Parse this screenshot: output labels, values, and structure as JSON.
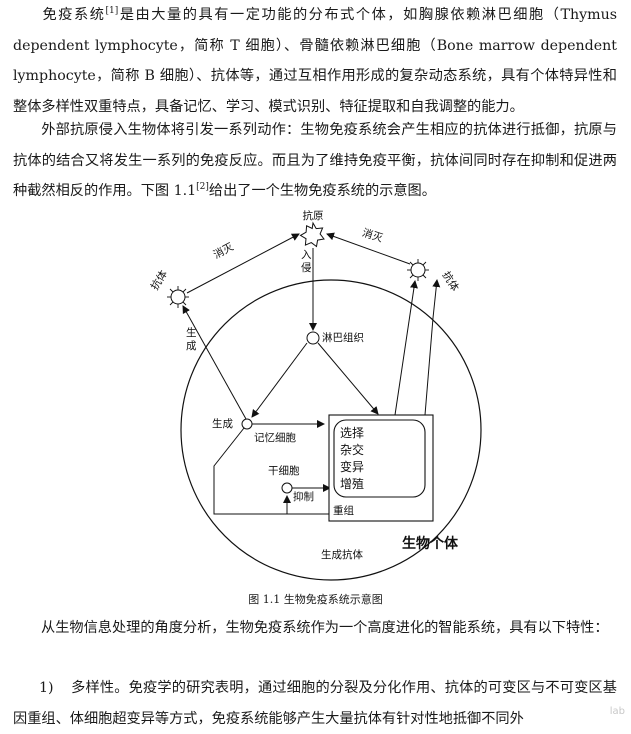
{
  "para1": {
    "a": "免疫系统",
    "ref": "[1]",
    "b": "是由大量的具有一定功能的分布式个体，如胸腺依赖淋巴细胞（Thymus dependent lymphocyte，简称 T 细胞）、骨髓依赖淋巴细胞（Bone marrow dependent lymphocyte，简称 B 细胞）、抗体等，通过互相作用形成的复杂动态系统，具有个体特异性和整体多样性双重特点，具备记忆、学习、模式识别、特征提取和自我调整的能力。"
  },
  "para2": {
    "a": "外部抗原侵入生物体将引发一系列动作：生物免疫系统会产生相应的抗体进行抵御，抗原与抗体的结合又将发生一系列的免疫反应。而且为了维持免疫平衡，抗体间同时存在抑制和促进两种截然相反的作用。下图 1.1",
    "ref": "[2]",
    "b": "给出了一个生物免疫系统的示意图。"
  },
  "diagram": {
    "antigen": "抗原",
    "invade": "入侵",
    "eliminate_left": "消灭",
    "eliminate_right": "消灭",
    "antibody_left": "抗体",
    "antibody_right": "抗体",
    "generate_vertical": "生成",
    "lymph_tissue": "淋巴组织",
    "generate": "生成",
    "memory_cell": "记忆细胞",
    "stem_cell": "干细胞",
    "suppress": "抑制",
    "box_lines": [
      "选择",
      "杂交",
      "变异",
      "增殖"
    ],
    "recombine": "重组",
    "organism": "生物个体",
    "generate_antibody": "生成抗体"
  },
  "caption": "图 1.1  生物免疫系统示意图",
  "para3": "从生物信息处理的角度分析，生物免疫系统作为一个高度进化的智能系统，具有以下特性：",
  "para4": {
    "num": "1)",
    "text": "多样性。免疫学的研究表明，通过细胞的分裂及分化作用、抗体的可变区与不可变区基因重组、体细胞超变异等方式，免疫系统能够产生大量抗体有针对性地抵御不同外"
  },
  "watermark": "lab"
}
